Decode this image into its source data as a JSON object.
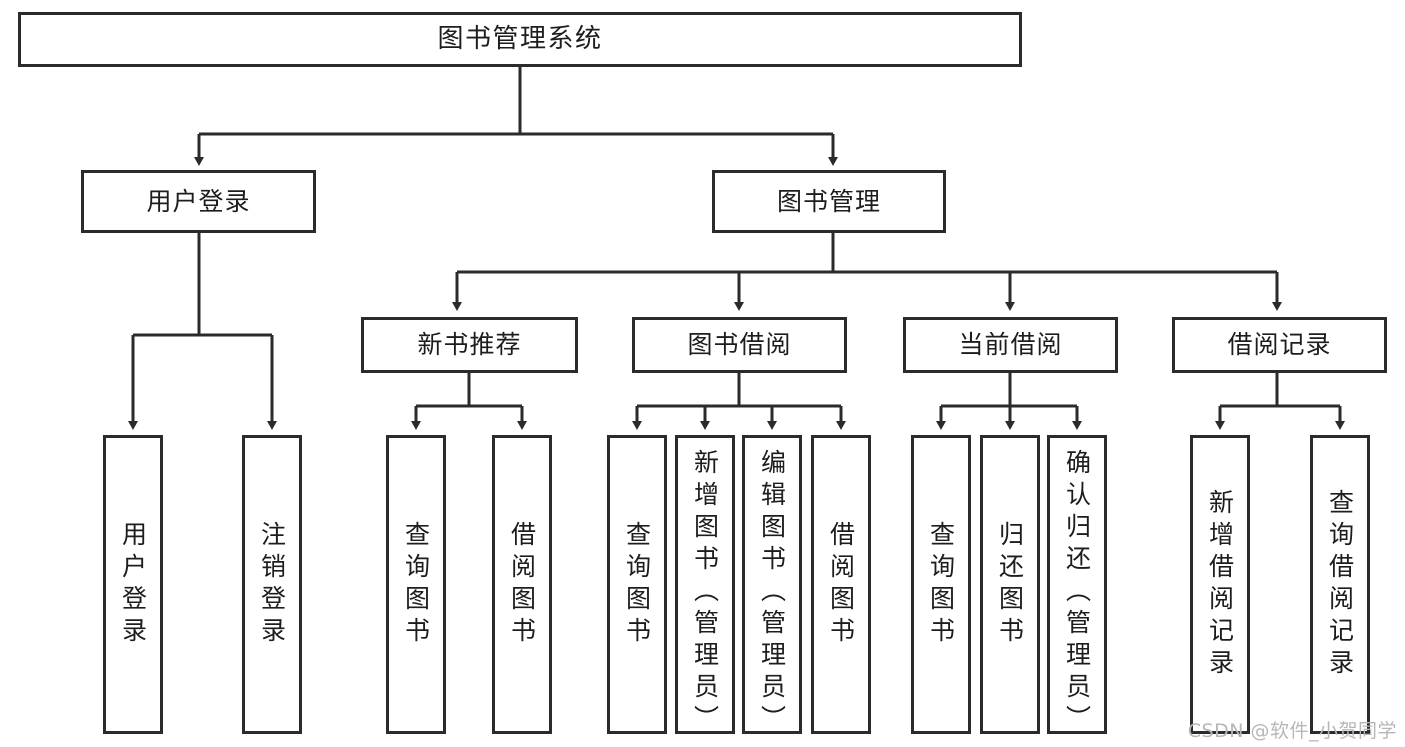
{
  "diagram": {
    "title": "图书管理系统",
    "type": "tree-hierarchy",
    "orientation": "top-down",
    "colors": {
      "border": "#2b2b2b",
      "background": "#ffffff",
      "text": "#1d1d1d",
      "watermark": "#b7b7b7"
    }
  },
  "watermark": {
    "text": "CSDN @软件_小贺同学"
  },
  "nodes": {
    "root": {
      "label": "图书管理系统",
      "level": 0
    },
    "level1": [
      {
        "id": "user-login",
        "label": "用户登录"
      },
      {
        "id": "book-management",
        "label": "图书管理"
      }
    ],
    "level2": [
      {
        "id": "new-book-recommend",
        "label": "新书推荐",
        "parent": "book-management"
      },
      {
        "id": "book-borrow",
        "label": "图书借阅",
        "parent": "book-management"
      },
      {
        "id": "current-borrow",
        "label": "当前借阅",
        "parent": "book-management"
      },
      {
        "id": "borrow-record",
        "label": "借阅记录",
        "parent": "book-management"
      }
    ],
    "leaves": {
      "user-login": [
        {
          "id": "leaf-user-login",
          "label": "用户登录"
        },
        {
          "id": "leaf-logout-login",
          "label": "注销登录"
        }
      ],
      "new-book-recommend": [
        {
          "id": "leaf-query-book-1",
          "label": "查询图书"
        },
        {
          "id": "leaf-borrow-book-1",
          "label": "借阅图书"
        }
      ],
      "book-borrow": [
        {
          "id": "leaf-query-book-2",
          "label": "查询图书"
        },
        {
          "id": "leaf-add-book",
          "label": "新增图书（管理员）"
        },
        {
          "id": "leaf-edit-book",
          "label": "编辑图书（管理员）"
        },
        {
          "id": "leaf-borrow-book-2",
          "label": "借阅图书"
        }
      ],
      "current-borrow": [
        {
          "id": "leaf-query-book-3",
          "label": "查询图书"
        },
        {
          "id": "leaf-return-book",
          "label": "归还图书"
        },
        {
          "id": "leaf-confirm-return",
          "label": "确认归还（管理员）"
        }
      ],
      "borrow-record": [
        {
          "id": "leaf-add-record",
          "label": "新增借阅记录"
        },
        {
          "id": "leaf-query-record",
          "label": "查询借阅记录"
        }
      ]
    }
  }
}
